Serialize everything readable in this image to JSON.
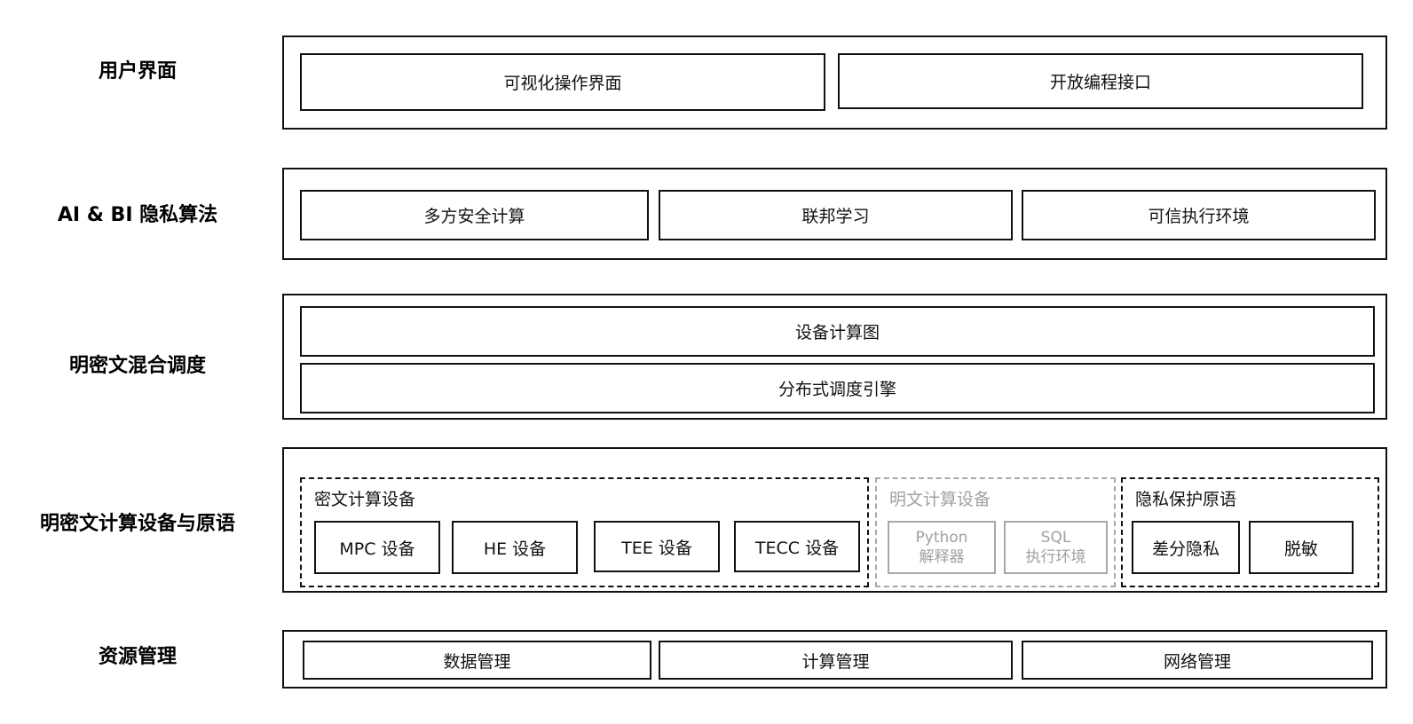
{
  "layers": {
    "ui": {
      "label": "用户界面",
      "items": [
        "可视化操作界面",
        "开放编程接口"
      ]
    },
    "algo": {
      "label": "AI & BI 隐私算法",
      "items": [
        "多方安全计算",
        "联邦学习",
        "可信执行环境"
      ]
    },
    "sched": {
      "label": "明密文混合调度",
      "items": [
        "设备计算图",
        "分布式调度引擎"
      ]
    },
    "devices": {
      "label": "明密文计算设备与原语",
      "cipher": {
        "title": "密文计算设备",
        "items": [
          "MPC 设备",
          "HE 设备",
          "TEE 设备",
          "TECC 设备"
        ]
      },
      "plain": {
        "title": "明文计算设备",
        "items": [
          {
            "line1": "Python",
            "line2": "解释器"
          },
          {
            "line1": "SQL",
            "line2": "执行环境"
          }
        ]
      },
      "privacy": {
        "title": "隐私保护原语",
        "items": [
          "差分隐私",
          "脱敏"
        ]
      }
    },
    "resource": {
      "label": "资源管理",
      "items": [
        "数据管理",
        "计算管理",
        "网络管理"
      ]
    }
  },
  "colors": {
    "border": "#111111",
    "muted": "#a0a0a0"
  }
}
